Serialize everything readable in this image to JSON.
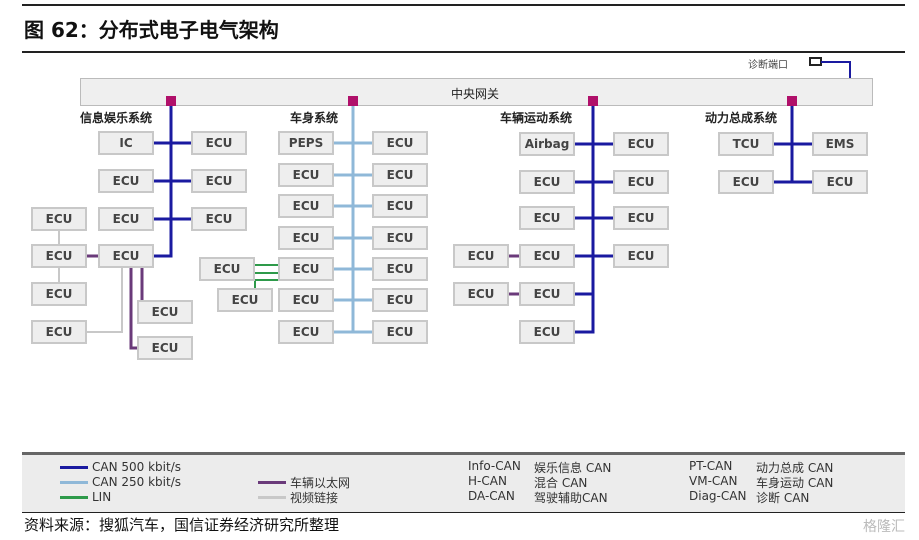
{
  "title": "图 62：分布式电子电气架构",
  "gateway": "中央网关",
  "diag_port": "诊断端口",
  "sections": {
    "infotainment": "信息娱乐系统",
    "body": "车身系统",
    "motion": "车辆运动系统",
    "powertrain": "动力总成系统"
  },
  "nodes": [
    "IC",
    "ECU",
    "ECU",
    "ECU",
    "ECU",
    "ECU",
    "ECU",
    "ECU",
    "ECU",
    "ECU",
    "ECU",
    "ECU",
    "ECU",
    "PEPS",
    "ECU",
    "ECU",
    "ECU",
    "ECU",
    "ECU",
    "ECU",
    "ECU",
    "ECU",
    "ECU",
    "ECU",
    "ECU",
    "ECU",
    "ECU",
    "ECU",
    "ECU",
    "Airbag",
    "ECU",
    "ECU",
    "ECU",
    "ECU",
    "ECU",
    "ECU",
    "ECU",
    "ECU",
    "ECU",
    "ECU",
    "ECU",
    "TCU",
    "EMS",
    "ECU",
    "ECU"
  ],
  "legend": {
    "lines": [
      {
        "label": "CAN 500 kbit/s",
        "color": "#1a1aa0"
      },
      {
        "label": "CAN 250 kbit/s",
        "color": "#8fb8d8"
      },
      {
        "label": "LIN",
        "color": "#2e9a4a"
      },
      {
        "label": "车辆以太网",
        "color": "#6a3a7a"
      },
      {
        "label": "视频链接",
        "color": "#c8c8c8"
      }
    ],
    "abbr": [
      [
        "Info-CAN",
        "娱乐信息 CAN"
      ],
      [
        "H-CAN",
        "混合 CAN"
      ],
      [
        "DA-CAN",
        "驾驶辅助CAN"
      ],
      [
        "PT-CAN",
        "动力总成 CAN"
      ],
      [
        "VM-CAN",
        "车身运动 CAN"
      ],
      [
        "Diag-CAN",
        "诊断 CAN"
      ]
    ]
  },
  "source": "资料来源：搜狐汽车，国信证券经济研究所整理",
  "watermark": "格隆汇"
}
